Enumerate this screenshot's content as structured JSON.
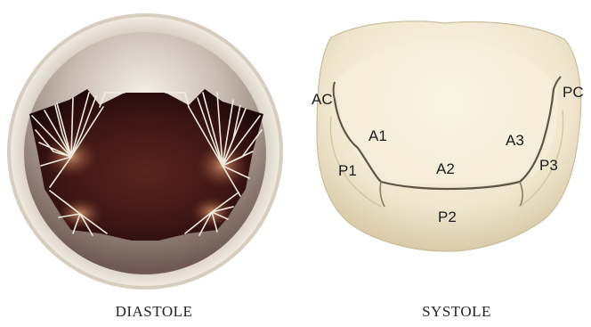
{
  "figure": {
    "diastole": {
      "caption": "DIASTOLE"
    },
    "systole": {
      "caption": "SYSTOLE",
      "segment_labels": {
        "ac": "AC",
        "pc": "PC",
        "a1": "A1",
        "a2": "A2",
        "a3": "A3",
        "p1": "P1",
        "p2": "P2",
        "p3": "P3"
      }
    }
  },
  "colors": {
    "annulus": "#e6dcc9",
    "orifice": "#3a1512",
    "leaflet": "#f1ead3",
    "chordae": "#f4efe3",
    "caption": "#222222"
  }
}
